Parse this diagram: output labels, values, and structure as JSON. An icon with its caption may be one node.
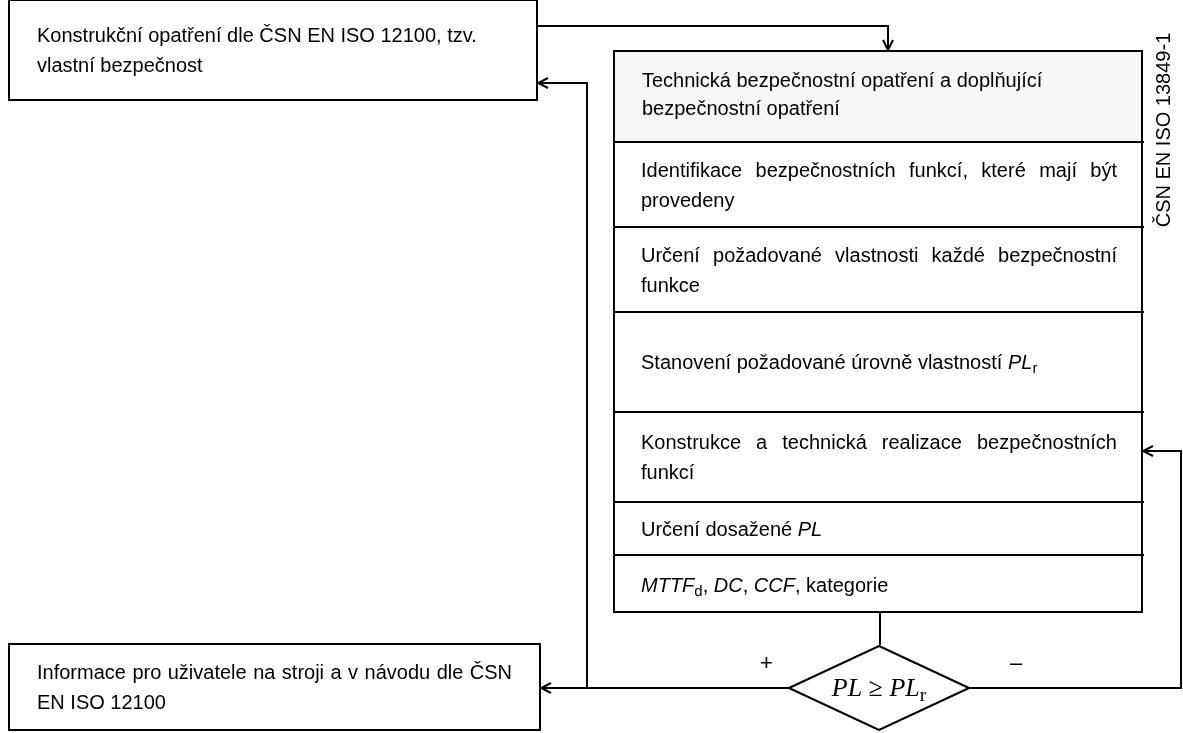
{
  "diagram": {
    "nodes": [
      {
        "text": [
          "Konstrukční opatření dle ČSN EN ISO 12100, tzv. vlastní bezpečnost"
        ]
      },
      {
        "text": [
          "Technická bezpečnostní opatření a doplňující bezpečnostní opatření"
        ]
      },
      {
        "text": [
          "Identifikace bezpečnostních funkcí, které mají být provedeny"
        ],
        "in": 1
      },
      {
        "text": [
          "Určení požadované vlastnosti každé bezpečnostní funkce"
        ],
        "in": 1
      },
      {
        "text": [
          "Stanovení požadované úrovně vlastností *PL*$_{r}$"
        ],
        "in": 1
      },
      {
        "text": [
          "Konstrukce a technická realizace bezpečnostních funkcí"
        ],
        "in": 1
      },
      {
        "text": [
          "Určení dosažené *PL*"
        ],
        "in": 1
      },
      {
        "text": [
          "*MTTF*$_{d}$, *DC*, *CCF*, kategorie"
        ],
        "in": 1
      },
      {
        "text": [
          "*PL* ≥ *PL*$_{r}$"
        ]
      },
      {
        "text": [
          "Informace pro uživatele na stroji a v návodu dle ČSN EN ISO 12100"
        ]
      }
    ],
    "edges": [
      {
        "from": 0,
        "to": 1,
        "arrow": "to"
      },
      {
        "from": 1,
        "to": 8,
        "arrow": "none"
      },
      {
        "from": 8,
        "to": 9,
        "arrow": "to",
        "label": "+"
      },
      {
        "from": 8,
        "to": 0,
        "arrow": "to"
      },
      {
        "from": 8,
        "to": 5,
        "arrow": "to",
        "label": "–"
      }
    ],
    "labels": [
      "ČSN EN ISO 13849-1"
    ]
  }
}
